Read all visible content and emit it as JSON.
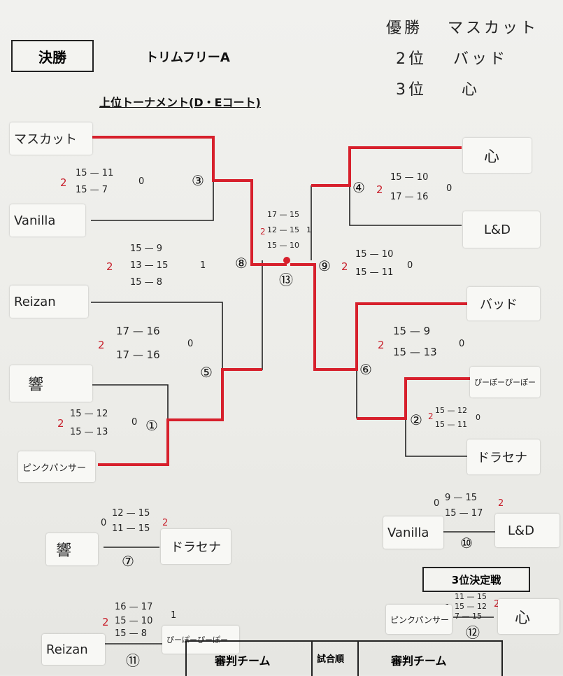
{
  "header": {
    "label": "決勝",
    "title": "トリムフリーA",
    "subtitle": "上位トーナメント(D・Eコート)"
  },
  "results": {
    "first_label": "優勝",
    "first_team": "マスカット",
    "second_label": "2位",
    "second_team": "バッド",
    "third_label": "3位",
    "third_team": "心"
  },
  "teams": {
    "t1": "マスカット",
    "t2": "Vanilla",
    "t3": "Reizan",
    "t4": "響",
    "t5": "ピンクパンサー",
    "t6": "心",
    "t7": "L&D",
    "t8": "バッド",
    "t9": "ぴーぽーぴーぽー",
    "t10": "ドラセナ"
  },
  "matches": {
    "m1": {
      "num": "①",
      "sets_left": "2",
      "sets_right": "0",
      "s1": "15 — 12",
      "s2": "15 — 13"
    },
    "m2": {
      "num": "②",
      "sets_left": "2",
      "sets_right": "0",
      "s1": "15 — 12",
      "s2": "15 — 11"
    },
    "m3": {
      "num": "③",
      "sets_left": "2",
      "sets_right": "0",
      "s1": "15 — 11",
      "s2": "15 — 7"
    },
    "m4": {
      "num": "④",
      "sets_left": "2",
      "sets_right": "0",
      "s1": "15 — 10",
      "s2": "17 — 16"
    },
    "m5": {
      "num": "⑤",
      "sets_left": "2",
      "sets_right": "0",
      "s1": "17 — 16",
      "s2": "17 — 16"
    },
    "m6": {
      "num": "⑥",
      "sets_left": "2",
      "sets_right": "0",
      "s1": "15 — 9",
      "s2": "15 — 13"
    },
    "m8": {
      "num": "⑧",
      "sets_left": "2",
      "sets_right": "1",
      "s1": "15 — 9",
      "s2": "13 — 15",
      "s3": "15 — 8"
    },
    "m9": {
      "num": "⑨",
      "sets_left": "2",
      "sets_right": "0",
      "s1": "15 — 10",
      "s2": "15 — 11"
    },
    "m13": {
      "num": "⑬",
      "sets_left": "2",
      "sets_right": "1",
      "s1": "17 — 15",
      "s2": "12 — 15",
      "s3": "15 — 10"
    },
    "m7": {
      "num": "⑦",
      "sets_left": "0",
      "sets_right": "2",
      "s1": "12 — 15",
      "s2": "11 — 15",
      "left": "響",
      "right": "ドラセナ"
    },
    "m10": {
      "num": "⑩",
      "sets_left": "0",
      "sets_right": "2",
      "s1": "9 — 15",
      "s2": "15 — 17",
      "left": "Vanilla",
      "right": "L&D"
    },
    "m11": {
      "num": "⑪",
      "sets_left": "2",
      "sets_right": "1",
      "s1": "16 — 17",
      "s2": "15 — 10",
      "s3": "15 — 8",
      "left": "Reizan",
      "right": "ぴーぽーぴーぽー"
    },
    "m12": {
      "num": "⑫",
      "sets_left": "1",
      "sets_right": "2",
      "s1": "11 — 15",
      "s2": "15 — 12",
      "s3": "7 — 15",
      "left": "ピンクパンサー",
      "right": "心"
    }
  },
  "third_place_label": "3位決定戦",
  "bottom_table": {
    "col1": "審判チーム",
    "col2": "試合順",
    "col3": "審判チーム"
  }
}
